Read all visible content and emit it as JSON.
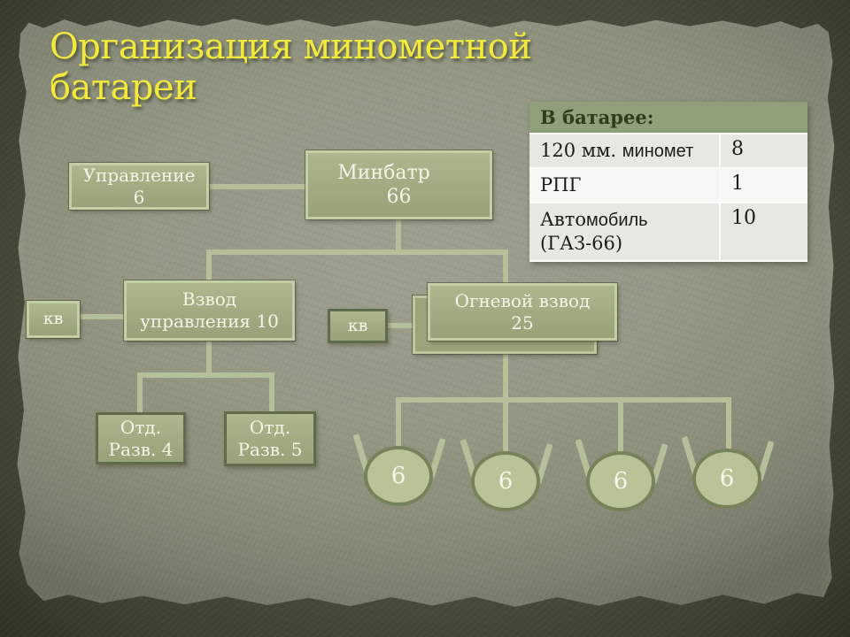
{
  "slide": {
    "title": "Организация минометной батареи"
  },
  "summary_table": {
    "header": "В батарее:",
    "rows": [
      {
        "label_serif": "120 мм. ",
        "label_sans": "миномет",
        "label_tail": "",
        "value": "8"
      },
      {
        "label_serif": "РПГ",
        "label_sans": "",
        "label_tail": "",
        "value": "1"
      },
      {
        "label_serif": "Авто",
        "label_sans": "мобиль",
        "label_tail": " (ГАЗ-66)",
        "value": "10"
      }
    ]
  },
  "org_chart": {
    "command": {
      "line1": "Управление",
      "line2": "6"
    },
    "battery": {
      "line1": "Минбатр",
      "line2": "66"
    },
    "kv_left": {
      "label": "кв"
    },
    "kv_mid": {
      "label": "кв"
    },
    "control_platoon": {
      "line1": "Взвод",
      "line2": "управления 10"
    },
    "fire_platoon": {
      "line1": "Огневой взвод",
      "line2": "25"
    },
    "recon_squad_1": {
      "line1": "Отд.",
      "line2": "Разв. 4"
    },
    "recon_squad_2": {
      "line1": "Отд.",
      "line2": "Разв. 5"
    },
    "mortar_sections": [
      {
        "value": "6"
      },
      {
        "value": "6"
      },
      {
        "value": "6"
      },
      {
        "value": "6"
      }
    ]
  },
  "colors": {
    "title_yellow": "#f2e93a",
    "box_fill": "#a3ad83",
    "box_border_light": "#c4cea4",
    "box_border_dark": "#5f6b4a",
    "connector_green": "#b5c09a",
    "table_header_bg": "#8f9f7a",
    "table_header_text": "#2f3d1e",
    "table_row_bg": "#e8e8e2",
    "table_row_alt_bg": "#f6f6f2",
    "paper_bg": "#909380",
    "frame_bg": "#4a4c3c"
  }
}
